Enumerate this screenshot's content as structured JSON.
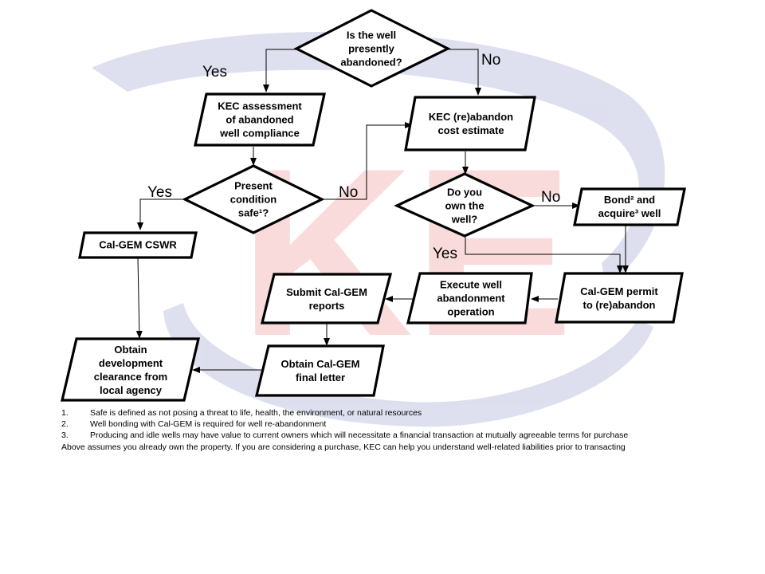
{
  "watermark": {
    "text": "KEC",
    "colors": {
      "swoosh": "#3e4aa0",
      "letters": "#e03030"
    }
  },
  "nodes": {
    "q_abandoned": "Is the well\npresently\nabandoned?",
    "kec_assessment": "KEC assessment\nof abandoned\nwell compliance",
    "kec_cost": "KEC (re)abandon\ncost estimate",
    "q_present_safe": "Present\ncondition\nsafe¹?",
    "q_own_well": "Do you\nown the\nwell?",
    "bond_acquire": "Bond² and\nacquire³ well",
    "calgem_cswr": "Cal-GEM CSWR",
    "submit_reports": "Submit Cal-GEM\nreports",
    "execute_operation": "Execute well\nabandonment\noperation",
    "calgem_permit": "Cal-GEM permit\nto (re)abandon",
    "obtain_clearance": "Obtain\ndevelopment\nclearance from\nlocal agency",
    "obtain_final_letter": "Obtain Cal-GEM\nfinal letter"
  },
  "edge_labels": {
    "abandoned_yes": "Yes",
    "abandoned_no": "No",
    "safe_yes": "Yes",
    "safe_no": "No",
    "own_yes": "Yes",
    "own_no": "No"
  },
  "footnotes": [
    {
      "num": "1.",
      "text": "Safe is defined as not posing a threat to life, health, the environment, or natural resources"
    },
    {
      "num": "2.",
      "text": "Well bonding with Cal-GEM is required for well re-abandonment"
    },
    {
      "num": "3.",
      "text": "Producing and idle wells may have value to current owners which will necessitate a financial transaction at mutually agreeable terms for purchase"
    }
  ],
  "footer_note": "Above assumes you already own the property. If you are considering a purchase, KEC can help you understand well-related liabilities prior to transacting"
}
